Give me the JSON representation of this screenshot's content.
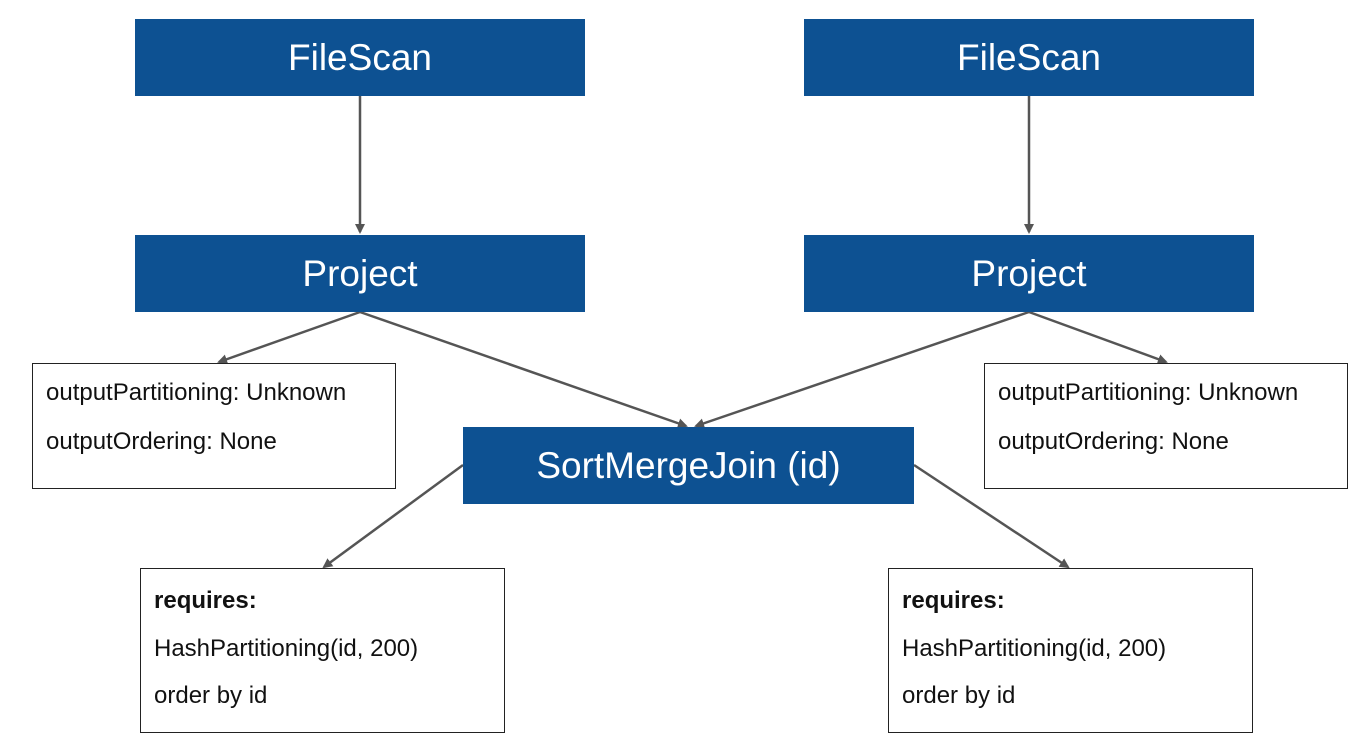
{
  "nodes": {
    "filescan_left": "FileScan",
    "filescan_right": "FileScan",
    "project_left": "Project",
    "project_right": "Project",
    "sortmergejoin": "SortMergeJoin (id)"
  },
  "output_box_left": {
    "partitioning": "outputPartitioning: Unknown",
    "ordering": "outputOrdering: None"
  },
  "output_box_right": {
    "partitioning": "outputPartitioning: Unknown",
    "ordering": "outputOrdering: None"
  },
  "requires_box_left": {
    "heading": "requires:",
    "partitioning": "HashPartitioning(id, 200)",
    "ordering": "order by id"
  },
  "requires_box_right": {
    "heading": "requires:",
    "partitioning": "HashPartitioning(id, 200)",
    "ordering": "order by id"
  },
  "colors": {
    "node_fill": "#0d5192",
    "node_text": "#ffffff",
    "edge": "#555555",
    "box_border": "#222222"
  }
}
